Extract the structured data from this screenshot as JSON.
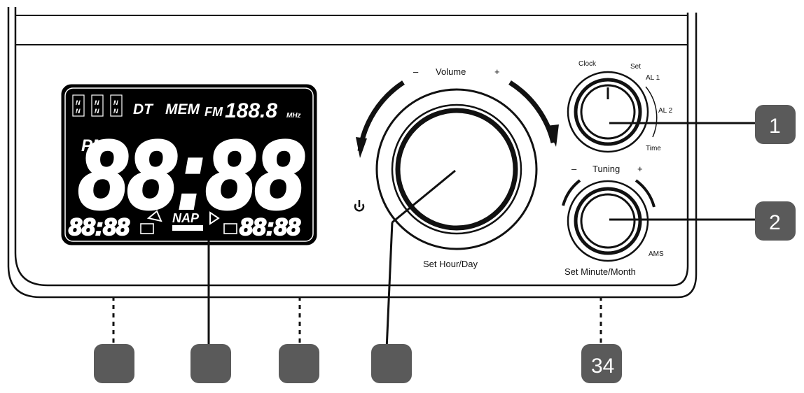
{
  "lcd": {
    "dt": "DT",
    "mem": "MEM",
    "fm": "FM",
    "freq": "188.8",
    "mhz": "MHz",
    "pm": "PM",
    "time": "88:88",
    "nap": "NAP",
    "alarm1_time": "88:88",
    "alarm2_time": "88:88",
    "indicator": "N"
  },
  "volume": {
    "minus": "–",
    "label": "Volume",
    "plus": "+",
    "set_label": "Set Hour/Day",
    "power_icon": "power-icon"
  },
  "function_knob": {
    "clock": "Clock",
    "set": "Set",
    "al1": "AL 1",
    "al2": "AL 2",
    "time": "Time"
  },
  "tuning": {
    "minus": "–",
    "label": "Tuning",
    "plus": "+",
    "ams": "AMS",
    "set_label": "Set Minute/Month"
  },
  "callouts": {
    "right_1": "1",
    "right_2": "2",
    "bottom_5": "34"
  },
  "colors": {
    "callout": "#5a5a5a",
    "lcd_bg": "#000000",
    "line": "#111111"
  }
}
